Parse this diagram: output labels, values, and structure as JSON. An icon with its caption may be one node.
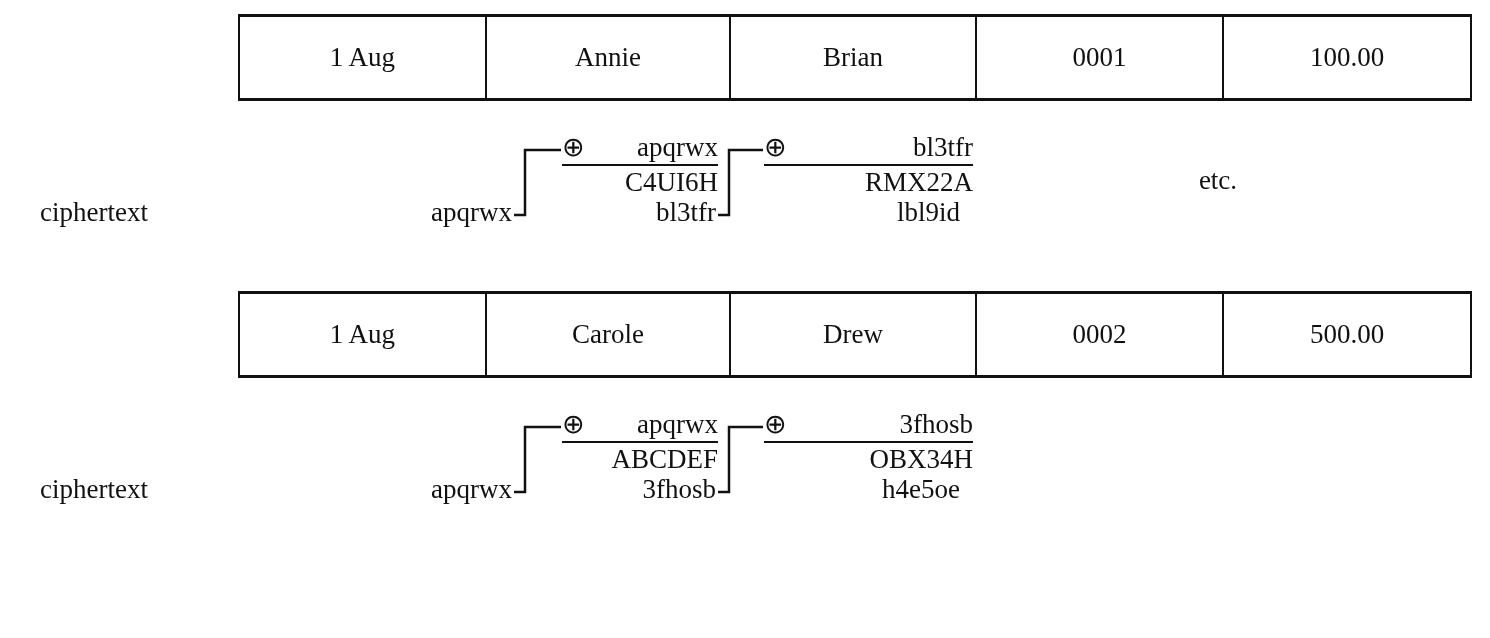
{
  "diagram": {
    "nodes": [
      {
        "text": [
          "apqrwx"
        ]
      },
      {
        "text": [
          "⊕ apqrwx",
          "C4UI6H"
        ]
      },
      {
        "text": [
          "bl3tfr"
        ]
      },
      {
        "text": [
          "⊕ bl3tfr",
          "RMX22A"
        ]
      },
      {
        "text": [
          "apqrwx"
        ]
      },
      {
        "text": [
          "⊕ apqrwx",
          "ABCDEF"
        ]
      },
      {
        "text": [
          "3fhosb"
        ]
      },
      {
        "text": [
          "⊕ 3fhosb",
          "OBX34H"
        ]
      }
    ],
    "edges": [
      {
        "from": 0,
        "to": 1,
        "arrow": "none"
      },
      {
        "from": 2,
        "to": 3,
        "arrow": "none"
      },
      {
        "from": 4,
        "to": 5,
        "arrow": "none"
      },
      {
        "from": 6,
        "to": 7,
        "arrow": "none"
      }
    ],
    "labels": [
      "1 Aug",
      "Annie",
      "Brian",
      "0001",
      "100.00",
      "etc.",
      "ciphertext",
      "lbl9id",
      "1 Aug",
      "Carole",
      "Drew",
      "0002",
      "500.00",
      "ciphertext",
      "h4e5oe"
    ]
  }
}
